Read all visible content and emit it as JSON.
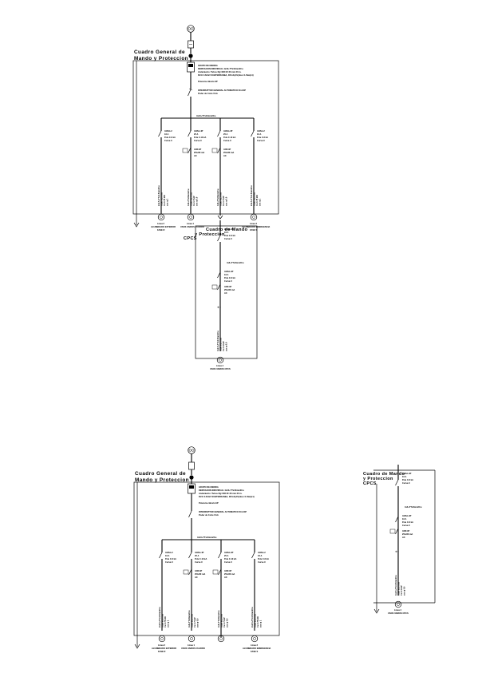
{
  "diagram_top": {
    "title": [
      "Cuadro General de",
      "Mando y Proteccion"
    ],
    "source_info": [
      "GRUPO DE MEDIDA",
      "DERIVACION INDIVIDUAL 4x16+TTx16mm2Cu",
      "Aislamiento: Tubos Rg=Ø40 Ø=40 mm 20 m.",
      "RV-K 0.6/1kV SUBTERRANEA, RZ1-K(AS) Bus=1.5kw(x1)",
      "Potencia cálculo EP"
    ],
    "main_switch": [
      "INTERRUPTOR GENERAL AUTOMATICO 63 A/4P",
      "Poder de Corte 6 kA"
    ],
    "busbar": "4x10+TTx10mm2Cu",
    "breakers": [
      [
        "I.MAG.2",
        "16 A",
        "P.de C.6 kA",
        "Curva C"
      ],
      [
        "I.MAG.4P",
        "25 A",
        "P.de C.10 kA",
        "Curva C"
      ],
      [
        "I.MAG.4P",
        "25 A",
        "P.de C.10 kA",
        "Curva C"
      ],
      [
        "I.MAG.2",
        "16 A",
        "P.de C.6 kA",
        "Curva C"
      ]
    ],
    "rcds": [
      [
        "I.DIF.4P",
        "25A/30 mA",
        "AC"
      ],
      [
        "I.DIF.4P",
        "25A/30 mA",
        "AC"
      ]
    ],
    "cables": [
      [
        "2x2.5+TTx2.5mm2Cu",
        "Tubo Ø16 mm",
        "Cu 0.75 kW",
        "cos φ 1"
      ],
      [
        "4x6+TTx6mm2Cu",
        "Tubo Ø25 mm",
        "Cu 4.7 kW",
        "cos φ 0.9"
      ],
      [
        "4x6+TTx6mm2Cu",
        "Tubo Ø25 mm",
        "Cu 4.7 kW",
        "cos φ 0.9"
      ],
      [
        "2x2.5+TTx2.5mm2Cu",
        "Tubo Ø16 mm",
        "Cu 0.75 kW",
        "cos φ 1"
      ]
    ],
    "outputs": [
      [
        "Linea 2",
        "ALUMBRADO EXTERIOR",
        "FASE R"
      ],
      [
        "Linea 1",
        "USOS VARIOS CUADRO",
        ""
      ],
      [
        "",
        "",
        ""
      ],
      [
        "Linea 3",
        "ALUMBRADO EMERGENCIA",
        "FASE S"
      ]
    ]
  },
  "diagram_sub": {
    "title": [
      "Cuadro de Mando",
      "y Proteccion",
      "CPCS"
    ],
    "breaker": [
      "I.MAG.4P",
      "16 A",
      "P.de C.6 kA",
      "Curva C"
    ],
    "busbar": "4x6+TTx6mm2Cu",
    "breaker2": [
      "I.MAG.4P",
      "16 A",
      "P.de C.6 kA",
      "Curva C"
    ],
    "rcd": [
      "I.DIF.4P",
      "25A/30 mA",
      "AC"
    ],
    "cable": [
      "4x2.5+TTx2.5mm2Cu",
      "Tubo Ø20 mm",
      "Cu 3.1 kW",
      "cos φ 0.9"
    ],
    "output": [
      "Linea 4",
      "USOS VARIOS CPCS"
    ]
  }
}
